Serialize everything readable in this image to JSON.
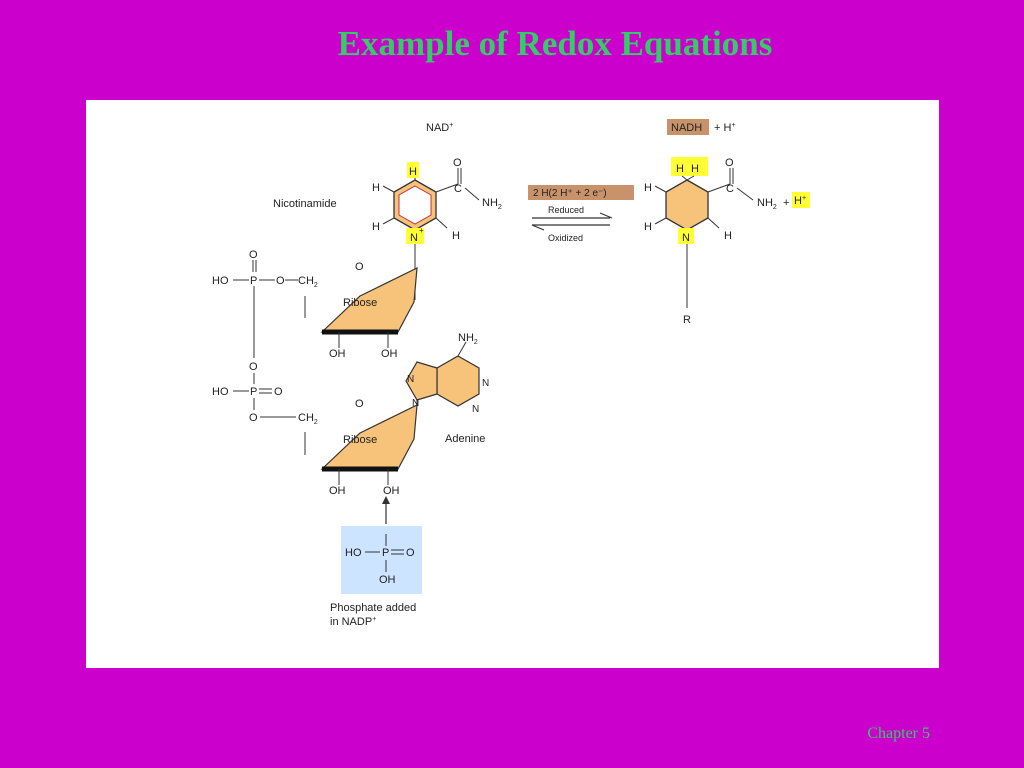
{
  "slide": {
    "title": "Example of Redox Equations",
    "footer": "Chapter 5"
  },
  "colors": {
    "background": "#cc00cc",
    "title_text": "#33cc66",
    "ribose_fill": "#f7c27a",
    "highlight_yellow": "#ffff33",
    "nadh_label_fill": "#c8936a",
    "phosphate_box": "#cce4ff"
  },
  "diagram": {
    "nad_label": "NAD",
    "nad_sup": "+",
    "nadh_label": "NADH",
    "plus_h_label": "+ H",
    "plus_h_sup": "+",
    "nicotinamide_label": "Nicotinamide",
    "hydrogen_label": "H",
    "nitrogen_label": "N",
    "nitrogen_charge": "+",
    "oxygen_label": "O",
    "nh2_label": "NH",
    "nh2_sub": "2",
    "r_label": "R",
    "transfer_box_text": "2 H(2 H⁺ + 2 e⁻)",
    "reduced_label": "Reduced",
    "oxidized_label": "Oxidized",
    "nh2_plus_label": "+",
    "h_plus_product": "H",
    "h_plus_product_sup": "+",
    "ribose_label": "Ribose",
    "ho_label": "HO",
    "p_label": "P",
    "ch2_label": "CH",
    "ch2_sub": "2",
    "oh_label": "OH",
    "adenine_label": "Adenine",
    "phosphate_added_line1": "Phosphate added",
    "phosphate_added_line2": "in NADP",
    "phosphate_added_sup": "+"
  }
}
